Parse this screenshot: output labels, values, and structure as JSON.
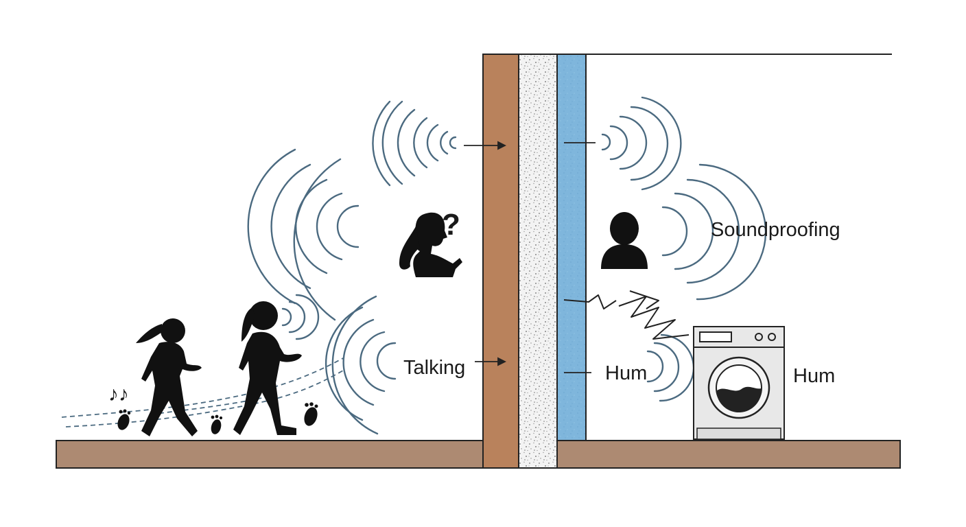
{
  "labels": {
    "talking": "Talking",
    "hum_wall": "Hum",
    "hum_machine": "Hum",
    "soundproofing": "Soundproofing",
    "question_mark": "?",
    "music_note": "♪♪"
  },
  "colors": {
    "wood": "#b9825c",
    "floor": "#ad8a72",
    "insulation_blue": "#7fb6dc",
    "wave": "#4b6a80",
    "silhouette": "#111111",
    "machine_body": "#e8e8e8"
  },
  "icons": [
    "child-small-walking-icon",
    "child-tall-walking-icon",
    "woman-talking-icon",
    "person-listening-icon",
    "washing-machine-icon",
    "footprint-icon",
    "music-note-icon",
    "vibration-zigzag-icon"
  ]
}
